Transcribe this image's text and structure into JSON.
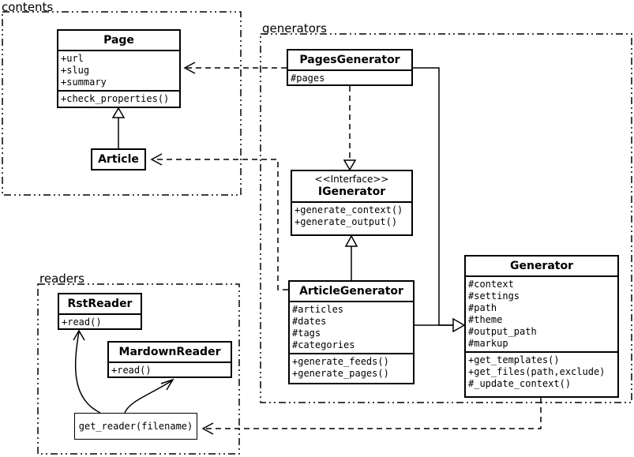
{
  "packages": {
    "contents": {
      "label": "contents"
    },
    "generators": {
      "label": "generators"
    },
    "readers": {
      "label": "readers"
    }
  },
  "classes": {
    "page": {
      "name": "Page",
      "attributes": [
        "+url",
        "+slug",
        "+summary"
      ],
      "methods": [
        "+check_properties()"
      ]
    },
    "article": {
      "name": "Article"
    },
    "pages_generator": {
      "name": "PagesGenerator",
      "attributes": [
        "#pages"
      ]
    },
    "igenerator": {
      "stereotype": "<<Interface>>",
      "name": "IGenerator",
      "methods": [
        "+generate_context()",
        "+generate_output()"
      ]
    },
    "article_generator": {
      "name": "ArticleGenerator",
      "attributes": [
        "#articles",
        "#dates",
        "#tags",
        "#categories"
      ],
      "methods": [
        "+generate_feeds()",
        "+generate_pages()"
      ]
    },
    "generator": {
      "name": "Generator",
      "attributes": [
        "#context",
        "#settings",
        "#path",
        "#theme",
        "#output_path",
        "#markup"
      ],
      "methods": [
        "+get_templates()",
        "+get_files(path,exclude)",
        "#_update_context()"
      ]
    },
    "rst_reader": {
      "name": "RstReader",
      "methods": [
        "+read()"
      ]
    },
    "markdown_reader": {
      "name": "MardownReader",
      "methods": [
        "+read()"
      ]
    },
    "get_reader": {
      "label": "get_reader(filename)"
    }
  },
  "colors": {
    "line": "#000000",
    "background": "#ffffff"
  }
}
